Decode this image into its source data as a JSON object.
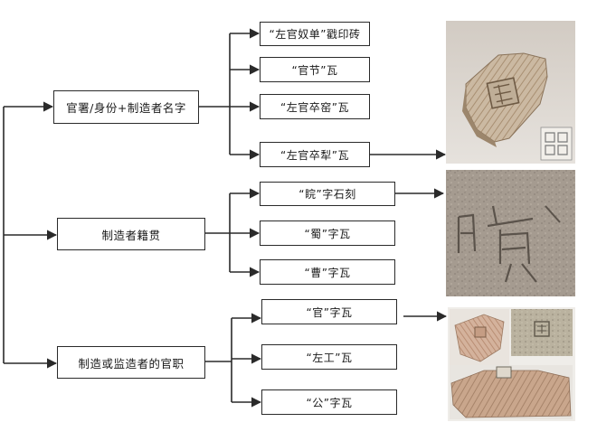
{
  "categories": [
    {
      "label": "官署/身份+制造者名字",
      "items": [
        {
          "label": "“左官奴单”戳印砖"
        },
        {
          "label": "“官节”瓦"
        },
        {
          "label": "“左官卒窑”瓦"
        },
        {
          "label": "“左官卒犁”瓦"
        }
      ]
    },
    {
      "label": "制造者籍贯",
      "items": [
        {
          "label": "“睆”字石刻"
        },
        {
          "label": "“蜀”字瓦"
        },
        {
          "label": "“曹”字瓦"
        }
      ]
    },
    {
      "label": "制造或监造者的官职",
      "items": [
        {
          "label": "“官”字瓦"
        },
        {
          "label": "“左工”瓦"
        },
        {
          "label": "“公”字瓦"
        }
      ]
    }
  ]
}
